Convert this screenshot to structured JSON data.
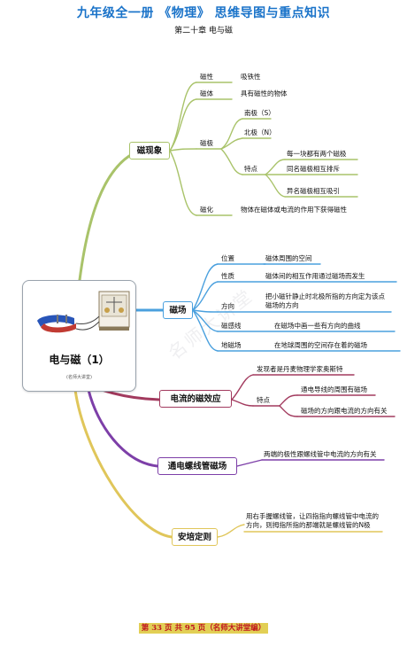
{
  "header": {
    "title": "九年级全一册 《物理》 思维导图与重点知识",
    "subtitle": "第二十章  电与磁"
  },
  "central": {
    "title": "电与磁（1）",
    "source": "(名师大讲堂)"
  },
  "watermark": "名师大讲堂",
  "colors": {
    "green": "#a9c36a",
    "blue": "#4aa0de",
    "red": "#a23a5e",
    "purple": "#7d3fa8",
    "yellow": "#e0c65a",
    "title": "#1a73c9"
  },
  "branches": {
    "b1": {
      "title": "磁现象",
      "magnetism": {
        "label": "磁性",
        "text": "吸铁性"
      },
      "magnet": {
        "label": "磁体",
        "text": "具有磁性的物体"
      },
      "poles": {
        "label": "磁极",
        "south": "南极（S）",
        "north": "北极（N）",
        "features": {
          "label": "特点",
          "items": [
            "每一块都有两个磁极",
            "同名磁极相互排斥",
            "异名磁极相互吸引"
          ]
        }
      },
      "magnetize": {
        "label": "磁化",
        "text": "物体在磁体或电流的作用下获得磁性"
      }
    },
    "b2": {
      "title": "磁场",
      "position": {
        "label": "位置",
        "text": "磁体周围的空间"
      },
      "nature": {
        "label": "性质",
        "text": "磁体间的相互作用通过磁场而发生"
      },
      "direction": {
        "label": "方向",
        "text": "把小磁针静止时北极所指的方向定为该点磁场的方向"
      },
      "field_lines": {
        "label": "磁感线",
        "text": "在磁场中画一些有方向的曲线"
      },
      "earth_field": {
        "label": "地磁场",
        "text": "在地球周围的空间存在着的磁场"
      }
    },
    "b3": {
      "title": "电流的磁效应",
      "discoverer": "发现者是丹麦物理学家奥斯特",
      "features": {
        "label": "特点",
        "items": [
          "通电导线的周围有磁场",
          "磁场的方向跟电流的方向有关"
        ]
      }
    },
    "b4": {
      "title": "通电螺线管磁场",
      "text": "两端的极性跟螺线管中电流的方向有关"
    },
    "b5": {
      "title": "安培定则",
      "text": "用右手握螺线管，让四指指向螺线管中电流的方向，则拇指所指的那端就是螺线管的N极"
    }
  },
  "footer": "第 33 页 共 95 页（名师大讲堂编）"
}
